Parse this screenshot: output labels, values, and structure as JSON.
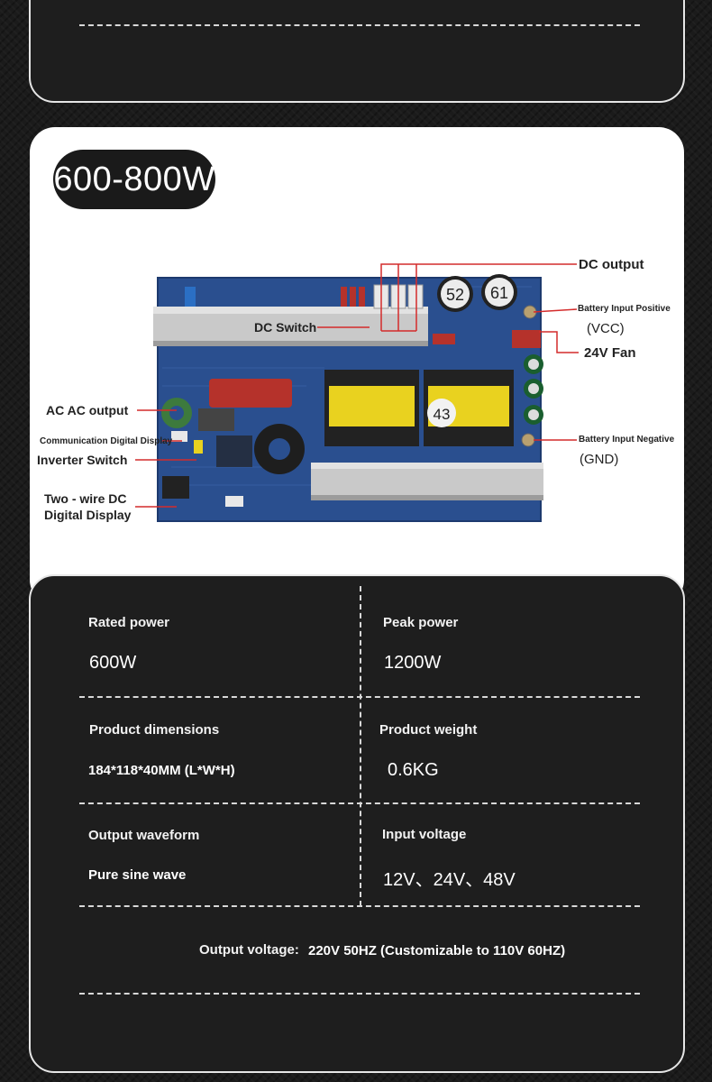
{
  "header": {
    "power_range": "600-800W"
  },
  "diagram": {
    "labels": {
      "dc_output": "DC output",
      "battery_input_positive": "Battery Input Positive",
      "vcc": "(VCC)",
      "fan": "24V Fan",
      "dc_switch": "DC Switch",
      "ac_output": "AC AC output",
      "communication_display": "Communication Digital Display",
      "inverter_switch": "Inverter Switch",
      "two_wire_line1": "Two - wire DC",
      "two_wire_line2": "Digital Display",
      "battery_input_negative": "Battery Input Negative",
      "gnd": "(GND)"
    },
    "component_marks": {
      "cap1": "52",
      "cap2": "61",
      "transformer": "43"
    }
  },
  "specs": [
    {
      "label": "Rated power",
      "value": "600W"
    },
    {
      "label": "Peak power",
      "value": "1200W"
    },
    {
      "label": "Product dimensions",
      "value": "184*118*40MM (L*W*H)"
    },
    {
      "label": "Product weight",
      "value": "0.6KG"
    },
    {
      "label": "Output waveform",
      "value": "Pure sine wave"
    },
    {
      "label": "Input voltage",
      "value": "12V、24V、48V"
    }
  ],
  "output_voltage": {
    "label": "Output voltage:",
    "value": "220V 50HZ (Customizable to 110V 60HZ)"
  },
  "colors": {
    "accent_red": "#d42b2b",
    "board_blue": "#2a4f8f",
    "card_dark": "#1e1e1e"
  }
}
